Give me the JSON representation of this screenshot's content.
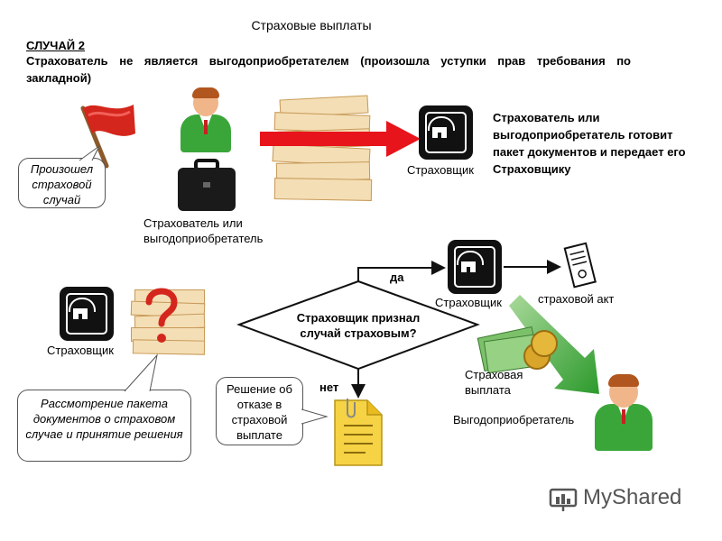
{
  "title": "Страховые выплаты",
  "case_label": "СЛУЧАЙ 2",
  "subtitle": "Страхователь не является выгодоприобретателем (произошла уступки прав требования по закладной)",
  "event_callout": "Произошел страховой случай",
  "policyholder_label": "Страхователь или выгодоприобретатель",
  "insurer_label_1": "Страховщик",
  "step_description": "Страхователь или выгодоприобретатель готовит пакет документов и передает его Страховщику",
  "insurer_label_2": "Страховщик",
  "review_callout": "Рассмотрение пакета документов о страховом случае и принятие решения",
  "decision_question": "Страховщик признал случай страховым?",
  "yes_label": "да",
  "no_label": "нет",
  "insurer_label_3": "Страховщик",
  "insurance_act_label": "страховой акт",
  "payment_label": "Страховая выплата",
  "beneficiary_label": "Выгодоприобретатель",
  "refusal_callout": "Решение об отказе в страховой выплате",
  "watermark": "MyShared",
  "colors": {
    "red_arrow": "#e8141b",
    "green_arrow": "#2c9a2c",
    "person_green": "#3aa63a",
    "flag_red": "#d4261c"
  }
}
